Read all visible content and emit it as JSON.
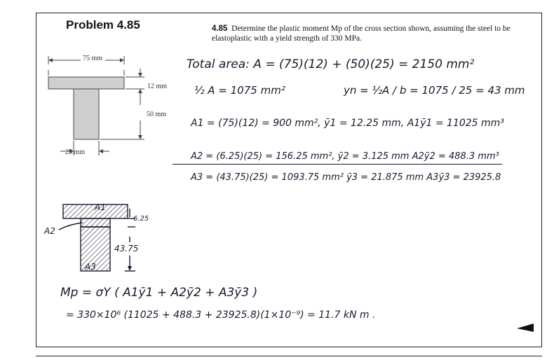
{
  "problem": {
    "title": "Problem 4.85",
    "number": "4.85",
    "statement": "Determine the plastic moment Mp of the cross section shown, assuming the steel to be elastoplastic with a yield strength of 330 MPa."
  },
  "figure": {
    "dim_flange_width": "75 mm",
    "dim_flange_thickness": "12 mm",
    "dim_web_height": "50 mm",
    "dim_web_width": "25 mm"
  },
  "sketch": {
    "label_a1": "A1",
    "label_a2": "A2",
    "label_a3": "A3",
    "dim_a2": "6.25",
    "dim_a3": "43.75"
  },
  "solution": {
    "line1": "Total area:  A = (75)(12) + (50)(25) = 2150 mm²",
    "line2a": "½ A = 1075 mm²",
    "line2b": "yn = ½A / b = 1075 / 25 = 43 mm",
    "line3": "A1 = (75)(12) = 900 mm²,  ȳ1 = 12.25 mm,  A1ȳ1 = 11025 mm³",
    "line4": "A2 = (6.25)(25) = 156.25 mm²,  ȳ2 = 3.125 mm   A2ȳ2 = 488.3 mm³",
    "line5": "A3 = (43.75)(25) = 1093.75 mm²  ȳ3 = 21.875 mm   A3ȳ3 = 23925.8",
    "line6": "Mp = σY ( A1ȳ1 + A2ȳ2 + A3ȳ3 )",
    "line7": "= 330×10⁶ (11025 + 488.3 + 23925.8)(1×10⁻⁹) = 11.7 kN m ."
  },
  "icons": {
    "next_arrow": "arrow-left-icon"
  }
}
